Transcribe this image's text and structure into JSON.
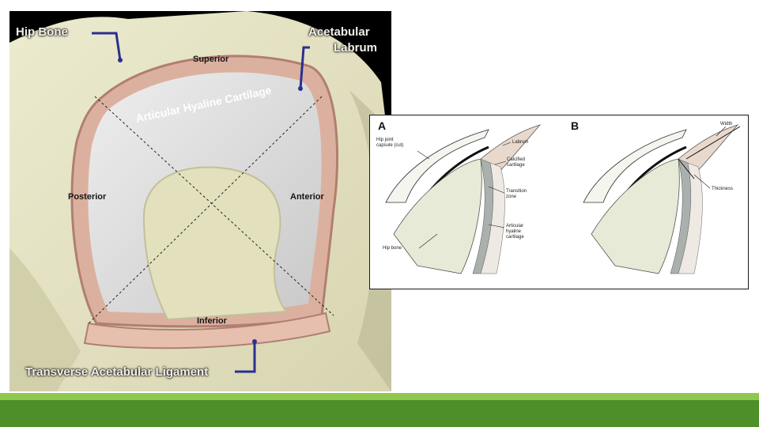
{
  "left_figure": {
    "labels": {
      "hip_bone": "Hip Bone",
      "acetabular_labrum_line1": "Acetabular",
      "acetabular_labrum_line2": "Labrum",
      "superior": "Superior",
      "articular_cartilage": "Articular Hyaline Cartilage",
      "posterior": "Posterior",
      "anterior": "Anterior",
      "inferior": "Inferior",
      "transverse_ligament": "Transverse Acetabular Ligament"
    },
    "colors": {
      "background": "#000000",
      "bone": "#e8e6c6",
      "labrum": "#e2b8a8",
      "cartilage": "#dcdcdc",
      "pointer": "#2b2f8f"
    }
  },
  "right_figure": {
    "panel_a": {
      "letter": "A",
      "labels": {
        "capsule_line1": "Hip joint",
        "capsule_line2": "capsule (cut)",
        "labrum": "Labrum",
        "calcified_line1": "Calcified",
        "calcified_line2": "cartilage",
        "transition_line1": "Transition",
        "transition_line2": "zone",
        "articular_line1": "Articular",
        "articular_line2": "hyaline",
        "articular_line3": "cartilage",
        "hip_bone": "Hip bone"
      }
    },
    "panel_b": {
      "letter": "B",
      "labels": {
        "width": "Width",
        "thickness": "Thickness"
      }
    }
  },
  "footer": {
    "colors": {
      "strip": "#8fc84e",
      "bar": "#4f8f2a"
    }
  }
}
